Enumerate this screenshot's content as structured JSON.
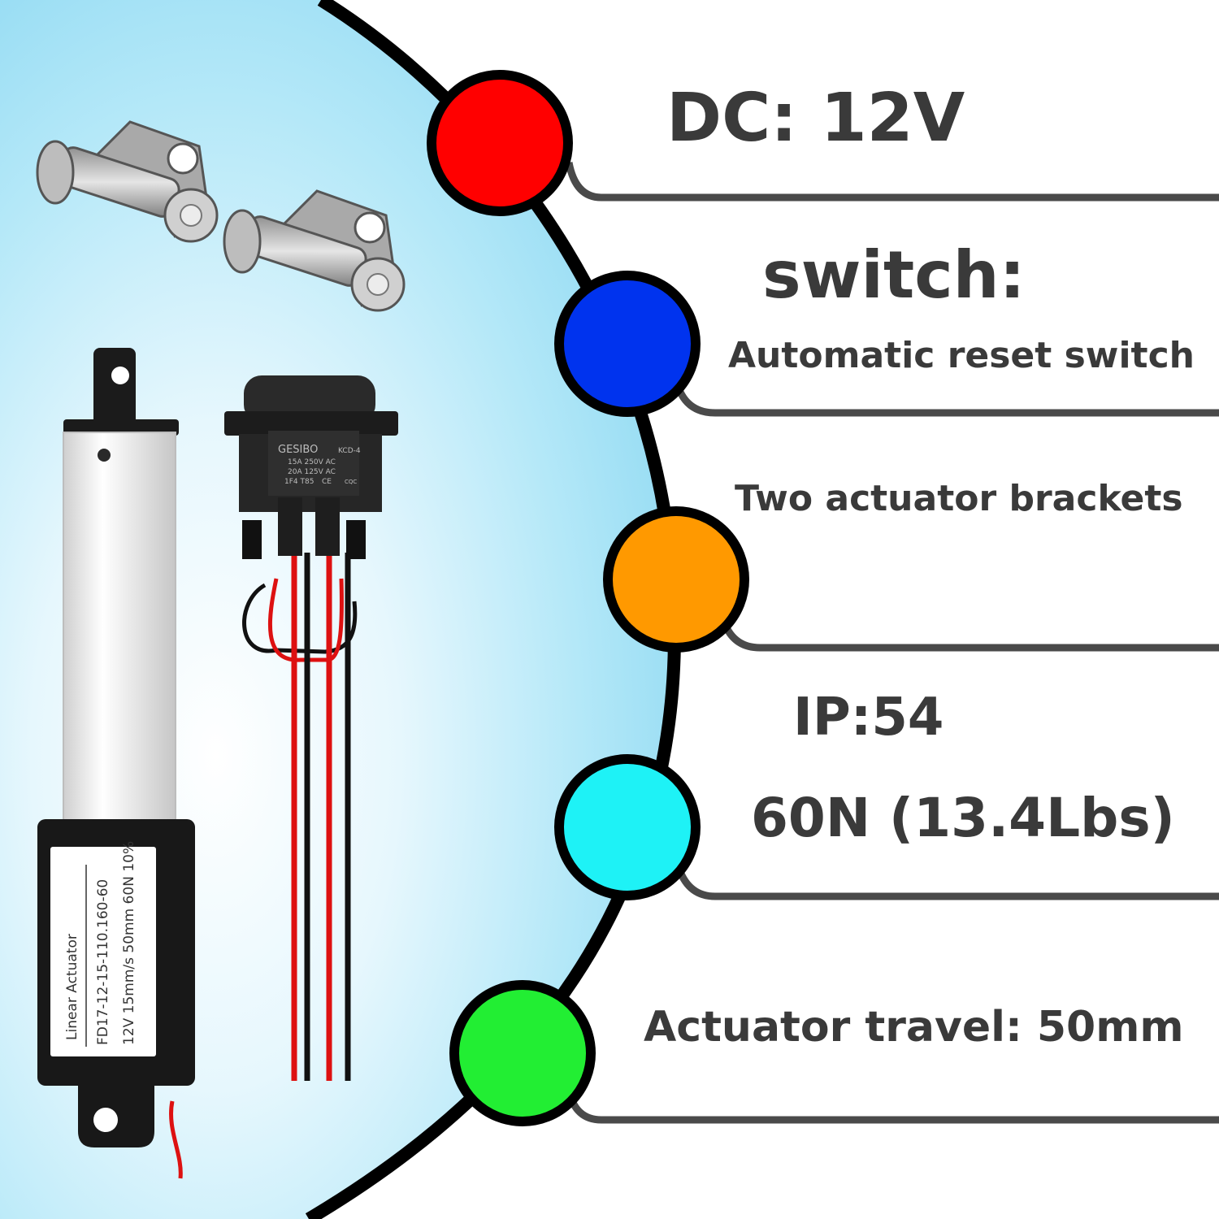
{
  "specs": {
    "voltage": "DC: 12V",
    "switch_heading": "switch:",
    "switch_type": "Automatic reset switch",
    "brackets": "Two actuator brackets",
    "ip_rating": "IP:54",
    "force": "60N (13.4Lbs)",
    "travel": "Actuator travel: 50mm"
  },
  "product_label": {
    "line1": "Linear Actuator",
    "line2": "FD17-12-15-110.160-60",
    "line3": "12V 15mm/s 50mm 60N 10%"
  },
  "switch_label": {
    "brand": "GESIBO",
    "model": "KCD-4",
    "rating1": "15A 250V AC",
    "rating2": "20A 125V AC",
    "rating3": "1F4 T85",
    "cert": "CE",
    "cqc": "CQC"
  },
  "colors": {
    "dot_red": "#ff0000",
    "dot_blue": "#0033ee",
    "dot_orange": "#ff9900",
    "dot_cyan": "#1ef2f6",
    "dot_green": "#22ee33",
    "text": "#3a3a3a",
    "background_glow": "#aee6f7"
  }
}
